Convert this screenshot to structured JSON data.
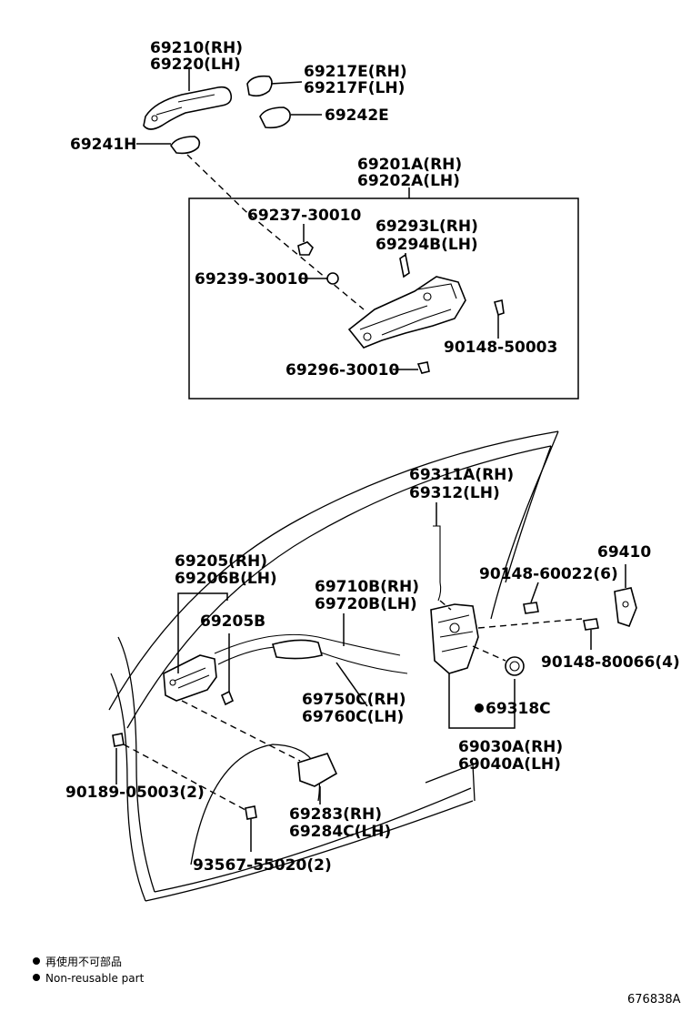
{
  "labels": {
    "p69210": "69210(RH)",
    "p69220": "69220(LH)",
    "p69217E": "69217E(RH)",
    "p69217F": "69217F(LH)",
    "p69242E": "69242E",
    "p69241H": "69241H",
    "p69201A": "69201A(RH)",
    "p69202A": "69202A(LH)",
    "p69237": "69237-30010",
    "p69293L": "69293L(RH)",
    "p69294B": "69294B(LH)",
    "p69239": "69239-30010",
    "p90148_50003": "90148-50003",
    "p69296": "69296-30010",
    "p69311A": "69311A(RH)",
    "p69312": "69312(LH)",
    "p69410": "69410",
    "p90148_60022": "90148-60022(6)",
    "p69205": "69205(RH)",
    "p69206B": "69206B(LH)",
    "p69710B": "69710B(RH)",
    "p69720B": "69720B(LH)",
    "p69205B": "69205B",
    "p90148_80066": "90148-80066(4)",
    "p69750C": "69750C(RH)",
    "p69760C": "69760C(LH)",
    "p69318C": "69318C",
    "p69030A": "69030A(RH)",
    "p69040A": "69040A(LH)",
    "p90189": "90189-05003(2)",
    "p69283": "69283(RH)",
    "p69284C": "69284C(LH)",
    "p93567": "93567-55020(2)"
  },
  "legend": {
    "line1": "再使用不可部品",
    "line2": "Non-reusable part"
  },
  "ref_code": "676838A"
}
